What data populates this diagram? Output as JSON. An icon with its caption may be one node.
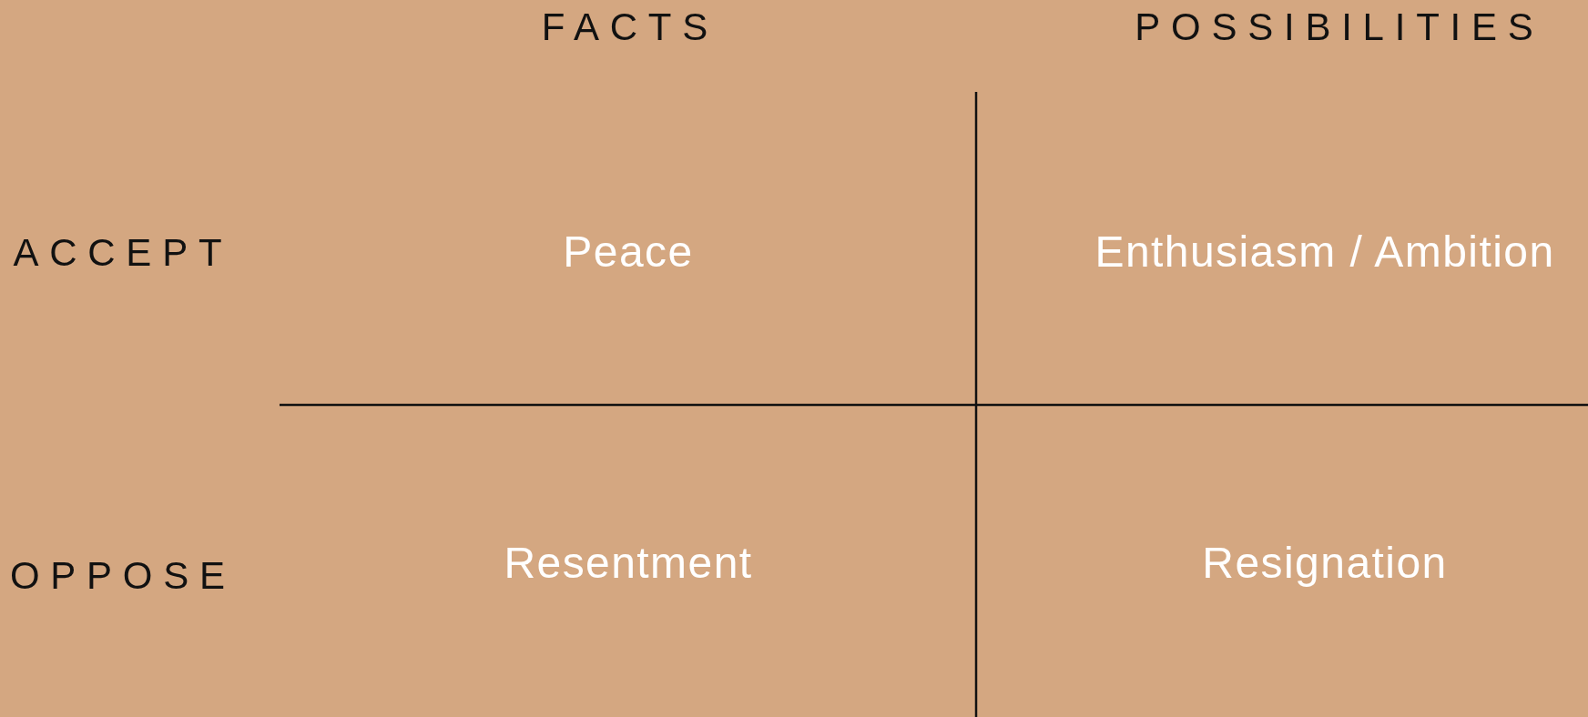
{
  "diagram": {
    "labels": [
      "FACTS",
      "POSSIBILITIES",
      "ACCEPT",
      "Peace",
      "Enthusiasm / Ambition",
      "OPPOSE",
      "Resentment",
      "Resignation"
    ]
  }
}
